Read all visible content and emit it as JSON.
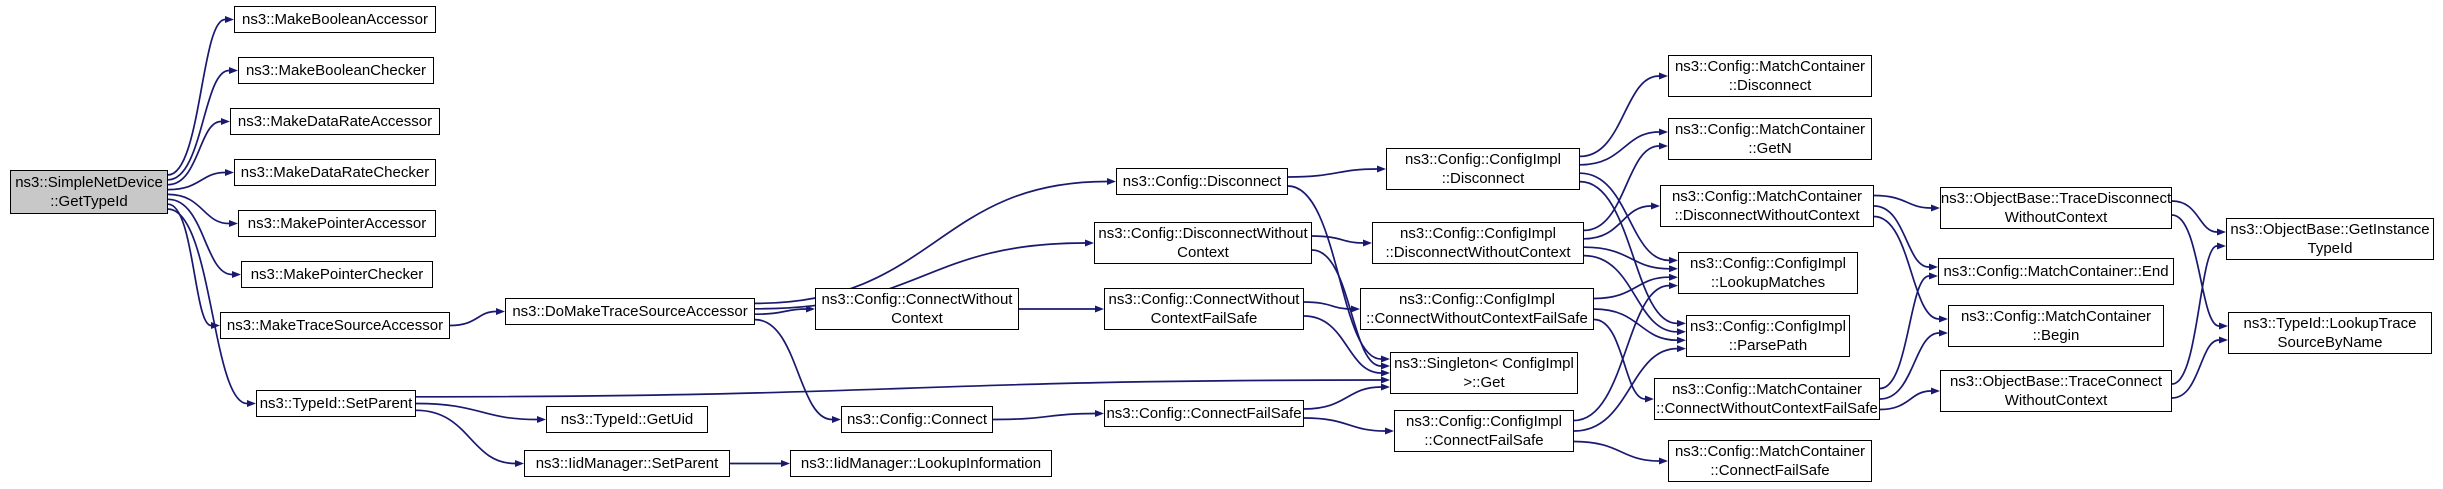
{
  "diagram": {
    "type": "call-graph",
    "root_function": "ns3::SimpleNetDevice::GetTypeId"
  },
  "colors": {
    "edge": "#191970",
    "node_border": "#000000",
    "node_fill": "#ffffff",
    "root_fill": "#c8c8c8"
  },
  "nodes": {
    "gettypeid": {
      "label": "ns3::SimpleNetDevice\n::GetTypeId"
    },
    "makeBooleanAccessor": {
      "label": "ns3::MakeBooleanAccessor"
    },
    "makeBooleanChecker": {
      "label": "ns3::MakeBooleanChecker"
    },
    "makeDataRateAccessor": {
      "label": "ns3::MakeDataRateAccessor"
    },
    "makeDataRateChecker": {
      "label": "ns3::MakeDataRateChecker"
    },
    "makePointerAccessor": {
      "label": "ns3::MakePointerAccessor"
    },
    "makePointerChecker": {
      "label": "ns3::MakePointerChecker"
    },
    "makeTraceSourceAccessor": {
      "label": "ns3::MakeTraceSourceAccessor"
    },
    "typeIdSetParent": {
      "label": "ns3::TypeId::SetParent"
    },
    "doMakeTraceSourceAccessor": {
      "label": "ns3::DoMakeTraceSourceAccessor"
    },
    "typeIdGetUid": {
      "label": "ns3::TypeId::GetUid"
    },
    "iidManagerSetParent": {
      "label": "ns3::IidManager::SetParent"
    },
    "configConnectWithoutContext": {
      "label": "ns3::Config::ConnectWithout\nContext"
    },
    "configConnect": {
      "label": "ns3::Config::Connect"
    },
    "iidManagerLookupInformation": {
      "label": "ns3::IidManager::LookupInformation"
    },
    "configDisconnect": {
      "label": "ns3::Config::Disconnect"
    },
    "configDisconnectWithoutContext": {
      "label": "ns3::Config::DisconnectWithout\nContext"
    },
    "configConnectWithoutContextFailSafe": {
      "label": "ns3::Config::ConnectWithout\nContextFailSafe"
    },
    "configConnectFailSafe": {
      "label": "ns3::Config::ConnectFailSafe"
    },
    "configImplDisconnect": {
      "label": "ns3::Config::ConfigImpl\n::Disconnect"
    },
    "configImplDisconnectWithoutContext": {
      "label": "ns3::Config::ConfigImpl\n::DisconnectWithoutContext"
    },
    "configImplConnectWithoutContextFailSafe": {
      "label": "ns3::Config::ConfigImpl\n::ConnectWithoutContextFailSafe"
    },
    "singletonGet": {
      "label": "ns3::Singleton< ConfigImpl\n>::Get"
    },
    "configImplConnectFailSafe": {
      "label": "ns3::Config::ConfigImpl\n::ConnectFailSafe"
    },
    "matchDisconnect": {
      "label": "ns3::Config::MatchContainer\n::Disconnect"
    },
    "matchGetN": {
      "label": "ns3::Config::MatchContainer\n::GetN"
    },
    "matchDisconnectWithoutContext": {
      "label": "ns3::Config::MatchContainer\n::DisconnectWithoutContext"
    },
    "configImplLookupMatches": {
      "label": "ns3::Config::ConfigImpl\n::LookupMatches"
    },
    "configImplParsePath": {
      "label": "ns3::Config::ConfigImpl\n::ParsePath"
    },
    "matchConnectWithoutContextFailSafe": {
      "label": "ns3::Config::MatchContainer\n::ConnectWithoutContextFailSafe"
    },
    "matchConnectFailSafe": {
      "label": "ns3::Config::MatchContainer\n::ConnectFailSafe"
    },
    "traceDisconnectWithoutContext": {
      "label": "ns3::ObjectBase::TraceDisconnect\nWithoutContext"
    },
    "matchEnd": {
      "label": "ns3::Config::MatchContainer::End"
    },
    "matchBegin": {
      "label": "ns3::Config::MatchContainer\n::Begin"
    },
    "traceConnectWithoutContext": {
      "label": "ns3::ObjectBase::TraceConnect\nWithoutContext"
    },
    "getInstanceTypeId": {
      "label": "ns3::ObjectBase::GetInstance\nTypeId"
    },
    "lookupTraceSourceByName": {
      "label": "ns3::TypeId::LookupTrace\nSourceByName"
    }
  },
  "edges": [
    [
      "gettypeid",
      "makeBooleanAccessor"
    ],
    [
      "gettypeid",
      "makeBooleanChecker"
    ],
    [
      "gettypeid",
      "makeDataRateAccessor"
    ],
    [
      "gettypeid",
      "makeDataRateChecker"
    ],
    [
      "gettypeid",
      "makePointerAccessor"
    ],
    [
      "gettypeid",
      "makePointerChecker"
    ],
    [
      "gettypeid",
      "makeTraceSourceAccessor"
    ],
    [
      "gettypeid",
      "typeIdSetParent"
    ],
    [
      "makeTraceSourceAccessor",
      "doMakeTraceSourceAccessor"
    ],
    [
      "doMakeTraceSourceAccessor",
      "configDisconnect"
    ],
    [
      "doMakeTraceSourceAccessor",
      "configDisconnectWithoutContext"
    ],
    [
      "doMakeTraceSourceAccessor",
      "configConnectWithoutContext"
    ],
    [
      "doMakeTraceSourceAccessor",
      "configConnect"
    ],
    [
      "typeIdSetParent",
      "typeIdGetUid"
    ],
    [
      "typeIdSetParent",
      "iidManagerSetParent"
    ],
    [
      "typeIdSetParent",
      "singletonGet"
    ],
    [
      "iidManagerSetParent",
      "iidManagerLookupInformation"
    ],
    [
      "configConnectWithoutContext",
      "configConnectWithoutContextFailSafe"
    ],
    [
      "configConnect",
      "configConnectFailSafe"
    ],
    [
      "configDisconnect",
      "configImplDisconnect"
    ],
    [
      "configDisconnect",
      "singletonGet"
    ],
    [
      "configDisconnectWithoutContext",
      "configImplDisconnectWithoutContext"
    ],
    [
      "configDisconnectWithoutContext",
      "singletonGet"
    ],
    [
      "configConnectWithoutContextFailSafe",
      "configImplConnectWithoutContextFailSafe"
    ],
    [
      "configConnectWithoutContextFailSafe",
      "singletonGet"
    ],
    [
      "configConnectFailSafe",
      "configImplConnectFailSafe"
    ],
    [
      "configConnectFailSafe",
      "singletonGet"
    ],
    [
      "configImplDisconnect",
      "matchDisconnect"
    ],
    [
      "configImplDisconnect",
      "matchGetN"
    ],
    [
      "configImplDisconnect",
      "configImplLookupMatches"
    ],
    [
      "configImplDisconnect",
      "configImplParsePath"
    ],
    [
      "configImplDisconnectWithoutContext",
      "matchDisconnectWithoutContext"
    ],
    [
      "configImplDisconnectWithoutContext",
      "matchGetN"
    ],
    [
      "configImplDisconnectWithoutContext",
      "configImplLookupMatches"
    ],
    [
      "configImplDisconnectWithoutContext",
      "configImplParsePath"
    ],
    [
      "configImplConnectWithoutContextFailSafe",
      "matchConnectWithoutContextFailSafe"
    ],
    [
      "configImplConnectWithoutContextFailSafe",
      "configImplLookupMatches"
    ],
    [
      "configImplConnectWithoutContextFailSafe",
      "configImplParsePath"
    ],
    [
      "configImplConnectFailSafe",
      "matchConnectFailSafe"
    ],
    [
      "configImplConnectFailSafe",
      "configImplLookupMatches"
    ],
    [
      "configImplConnectFailSafe",
      "configImplParsePath"
    ],
    [
      "matchDisconnectWithoutContext",
      "traceDisconnectWithoutContext"
    ],
    [
      "matchDisconnectWithoutContext",
      "matchEnd"
    ],
    [
      "matchDisconnectWithoutContext",
      "matchBegin"
    ],
    [
      "matchConnectWithoutContextFailSafe",
      "traceConnectWithoutContext"
    ],
    [
      "matchConnectWithoutContextFailSafe",
      "matchEnd"
    ],
    [
      "matchConnectWithoutContextFailSafe",
      "matchBegin"
    ],
    [
      "traceDisconnectWithoutContext",
      "getInstanceTypeId"
    ],
    [
      "traceDisconnectWithoutContext",
      "lookupTraceSourceByName"
    ],
    [
      "traceConnectWithoutContext",
      "getInstanceTypeId"
    ],
    [
      "traceConnectWithoutContext",
      "lookupTraceSourceByName"
    ]
  ]
}
